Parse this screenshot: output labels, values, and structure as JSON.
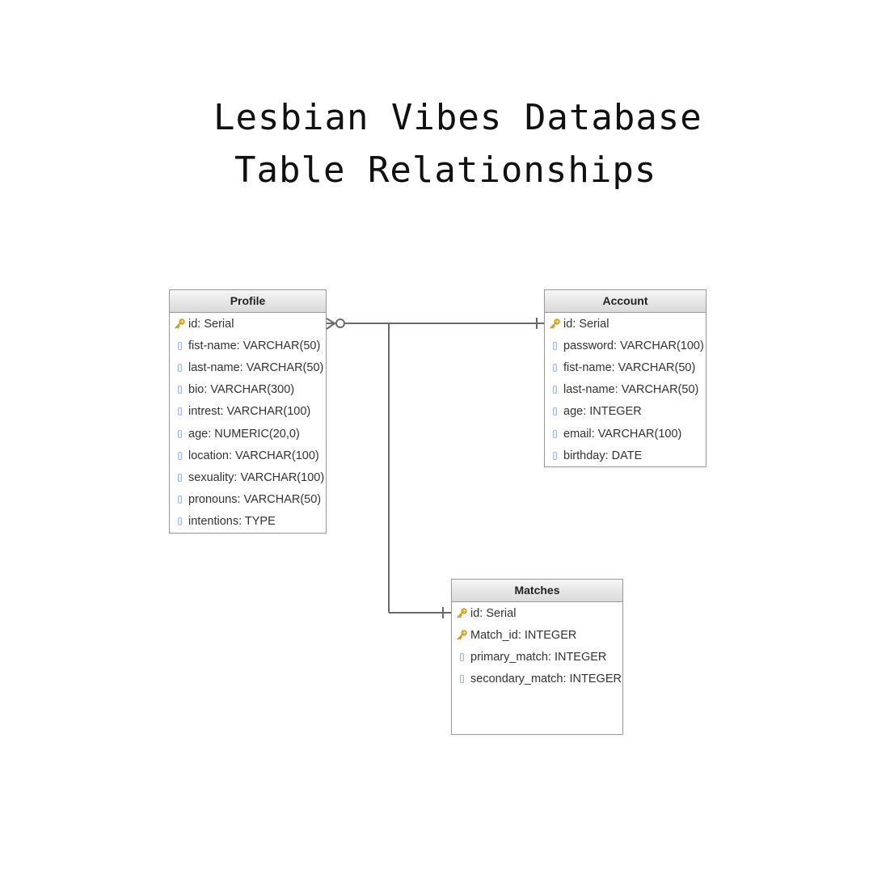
{
  "title": {
    "line1": "Lesbian Vibes Database",
    "line2": "Table Relationships"
  },
  "colors": {
    "header_top": "#f6f6f6",
    "header_bottom": "#d9d9d9",
    "border": "#9a9a9a",
    "connector": "#6b6b6b",
    "key_icon": "#e8b838",
    "field_icon": "#9fb7dc"
  },
  "tables": {
    "profile": {
      "name": "Profile",
      "fields": [
        {
          "label": "id: Serial",
          "icon": "key-icon"
        },
        {
          "label": "fist-name: VARCHAR(50)",
          "icon": "field-icon"
        },
        {
          "label": "last-name: VARCHAR(50)",
          "icon": "field-icon"
        },
        {
          "label": "bio: VARCHAR(300)",
          "icon": "field-icon"
        },
        {
          "label": "intrest: VARCHAR(100)",
          "icon": "field-icon"
        },
        {
          "label": "age: NUMERIC(20,0)",
          "icon": "field-icon"
        },
        {
          "label": "location: VARCHAR(100)",
          "icon": "field-icon"
        },
        {
          "label": "sexuality: VARCHAR(100)",
          "icon": "field-icon"
        },
        {
          "label": "pronouns: VARCHAR(50)",
          "icon": "field-icon"
        },
        {
          "label": "intentions: TYPE",
          "icon": "field-icon"
        }
      ]
    },
    "account": {
      "name": "Account",
      "fields": [
        {
          "label": "id: Serial",
          "icon": "key-icon"
        },
        {
          "label": "password: VARCHAR(100)",
          "icon": "field-icon"
        },
        {
          "label": "fist-name: VARCHAR(50)",
          "icon": "field-icon"
        },
        {
          "label": "last-name: VARCHAR(50)",
          "icon": "field-icon"
        },
        {
          "label": "age: INTEGER",
          "icon": "field-icon"
        },
        {
          "label": "email: VARCHAR(100)",
          "icon": "field-icon"
        },
        {
          "label": "birthday: DATE",
          "icon": "field-icon"
        }
      ]
    },
    "matches": {
      "name": "Matches",
      "fields": [
        {
          "label": "id: Serial",
          "icon": "key-icon"
        },
        {
          "label": "Match_id: INTEGER",
          "icon": "key-icon"
        },
        {
          "label": "primary_match: INTEGER",
          "icon": "field-icon"
        },
        {
          "label": "secondary_match: INTEGER",
          "icon": "field-icon"
        }
      ]
    }
  },
  "relationships": [
    {
      "from": "Profile.id",
      "to": "Account.id",
      "from_end": "zero-or-many",
      "to_end": "one"
    },
    {
      "from": "Profile.id",
      "to": "Matches.id",
      "from_end": "zero-or-many",
      "to_end": "one"
    }
  ]
}
